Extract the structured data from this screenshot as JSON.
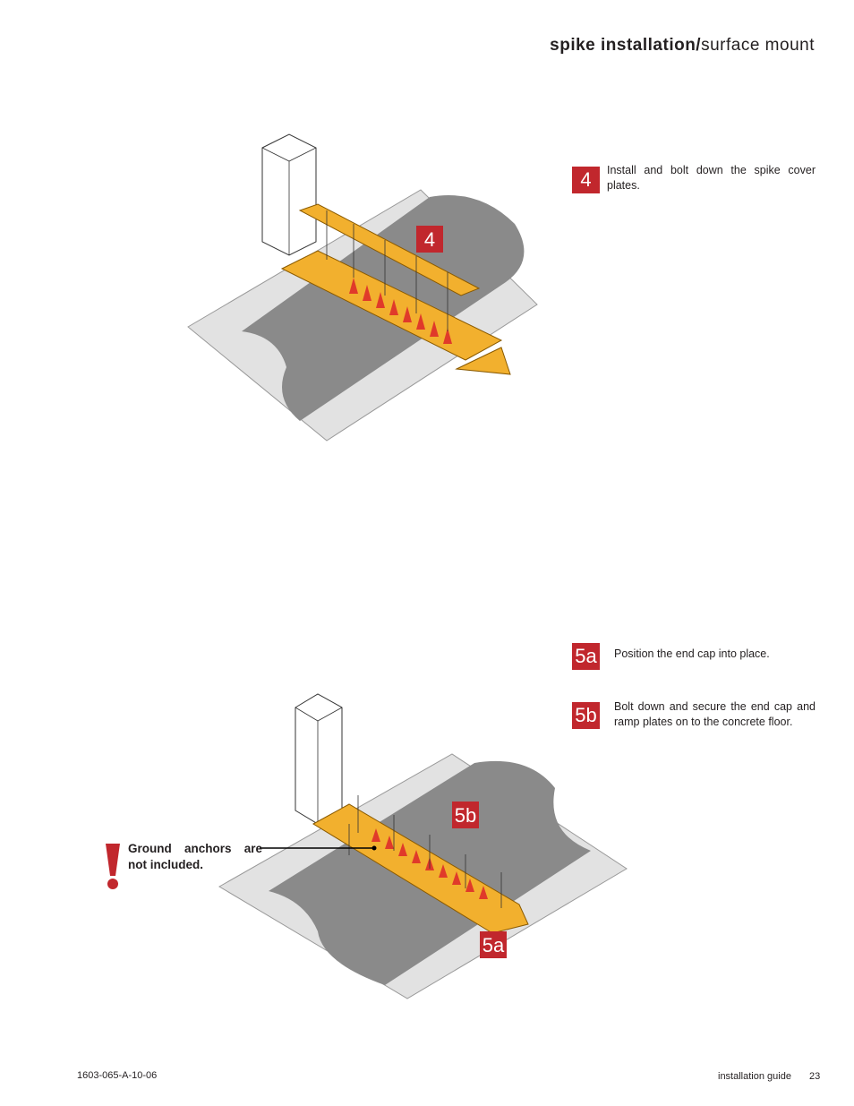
{
  "header": {
    "title_bold": "spike installation/",
    "title_regular": "surface mount"
  },
  "steps": [
    {
      "badge": "4",
      "text": "Install and bolt down the spike cover plates."
    },
    {
      "badge": "5a",
      "text": "Position the end cap into place."
    },
    {
      "badge": "5b",
      "text": "Bolt down and secure the end cap and ramp plates on to the concrete floor."
    }
  ],
  "figure_top": {
    "callout": "4"
  },
  "figure_bottom": {
    "callout_5b": "5b",
    "callout_5a": "5a"
  },
  "warning": {
    "text": "Ground anchors are not included."
  },
  "footer": {
    "doc_number": "1603-065-A-10-06",
    "guide_label": "installation guide",
    "page_number": "23"
  },
  "colors": {
    "accent_red": "#c1272d",
    "road_gray": "#8a8a8a",
    "pavement": "#e2e2e2",
    "spike_yellow": "#f2b02e",
    "spike_red": "#e03a2a"
  }
}
